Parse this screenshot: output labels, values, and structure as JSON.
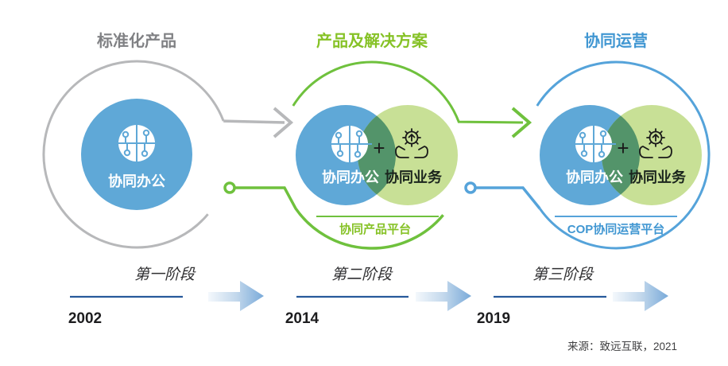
{
  "diagram_title": "",
  "colors": {
    "stage1_accent": "#b7b8ba",
    "stage1_title": "#808184",
    "stage2_accent": "#6fc13d",
    "stage2_title": "#86c226",
    "stage3_accent": "#55a3da",
    "stage3_title": "#4197d2",
    "venn_blue_fill": "#5fa8d7",
    "venn_green_fill": "#c8e096",
    "venn_overlap_fill": "#53946a",
    "timeline_line": "#27599b"
  },
  "icons": {
    "collaboration_office": "circular-puzzle-icon",
    "collaboration_business": "hands-holding-gear-icon"
  },
  "stages": [
    {
      "title": "标准化产品",
      "circle_label": "协同办公",
      "phase": "第一阶段",
      "year": "2002"
    },
    {
      "title": "产品及解决方案",
      "venn_left": "协同办公",
      "venn_plus": "+",
      "venn_right": "协同业务",
      "platform": "协同产品平台",
      "phase": "第二阶段",
      "year": "2014"
    },
    {
      "title": "协同运营",
      "venn_left": "协同办公",
      "venn_plus": "+",
      "venn_right": "协同业务",
      "platform": "COP协同运营平台",
      "phase": "第三阶段",
      "year": "2019"
    }
  ],
  "source_note": "来源：致远互联，2021"
}
